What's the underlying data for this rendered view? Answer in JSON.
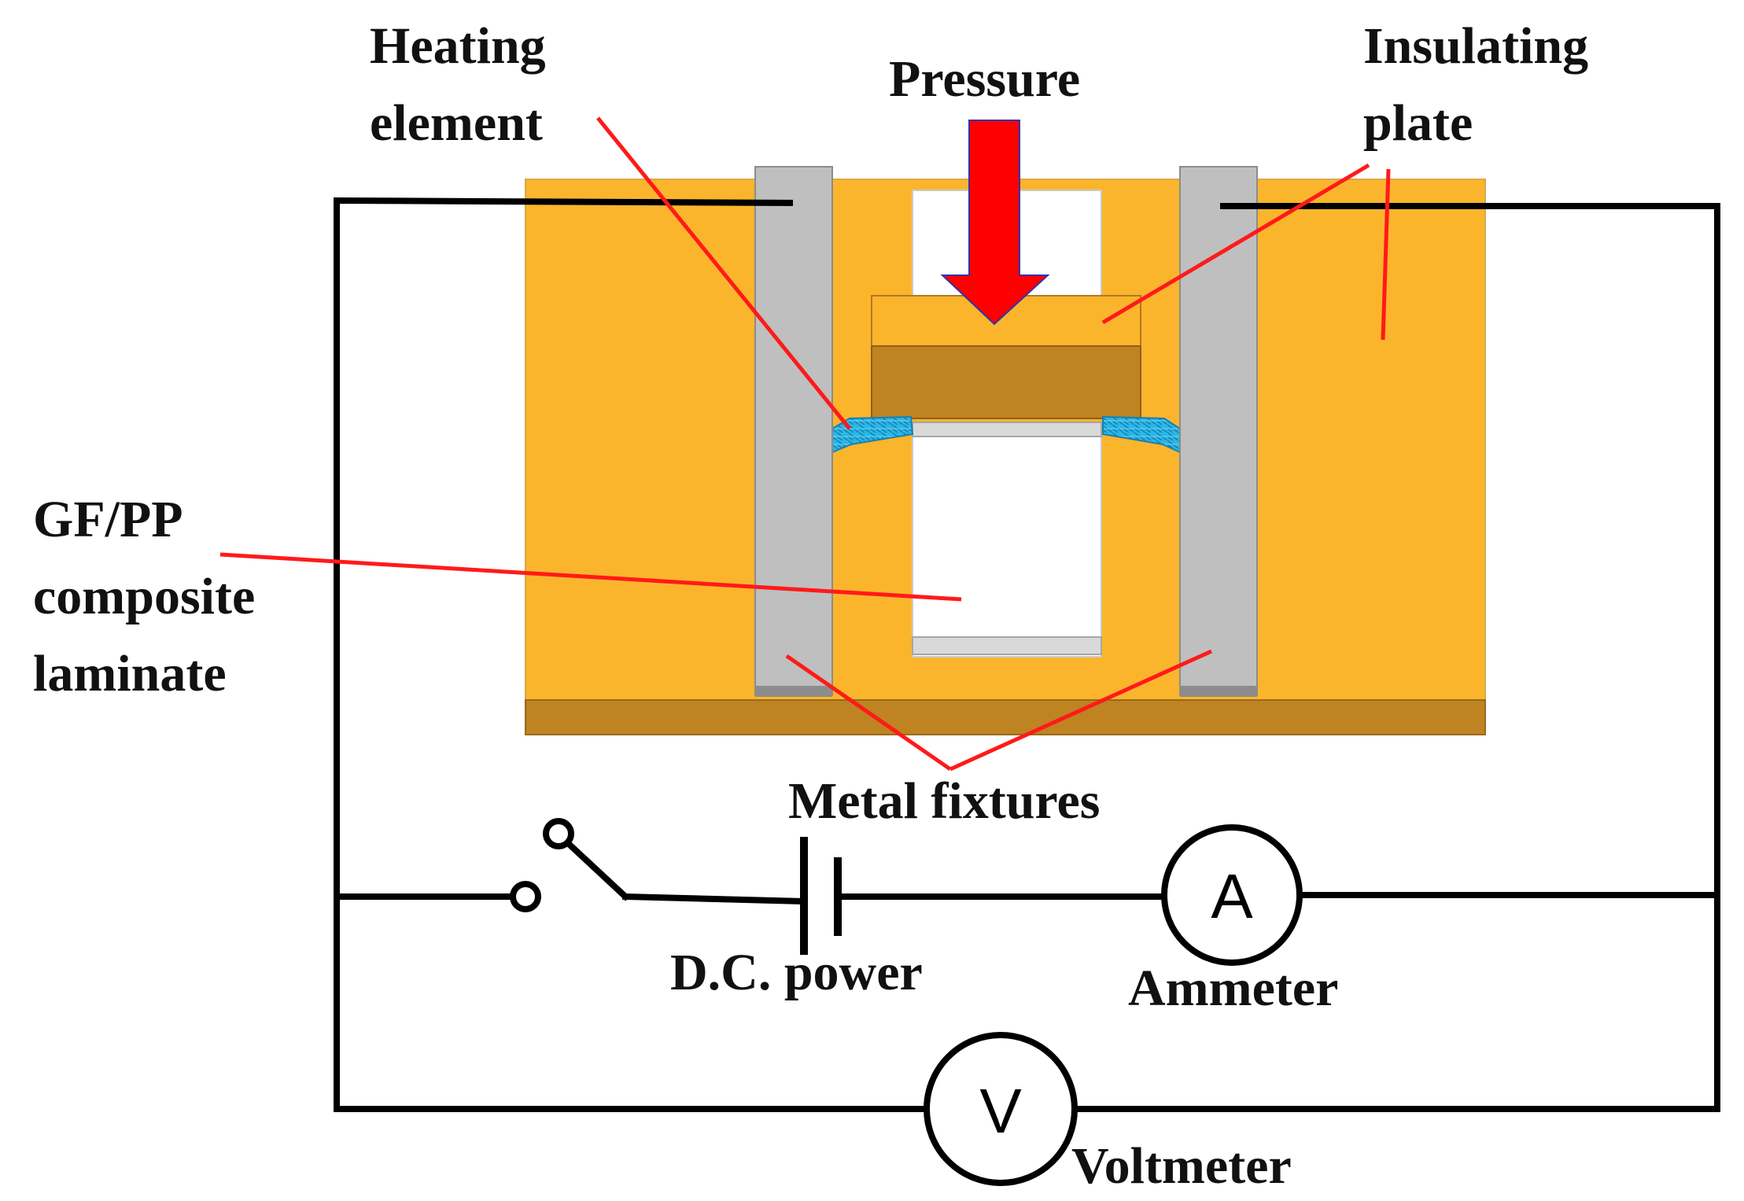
{
  "labels": {
    "heating_element_line1": "Heating",
    "heating_element_line2": "element",
    "pressure": "Pressure",
    "insulating_plate_line1": "Insulating",
    "insulating_plate_line2": "plate",
    "composite_line1": "GF/PP",
    "composite_line2": "composite",
    "composite_line3": "laminate",
    "metal_fixtures": "Metal fixtures",
    "dc_power": "D.C. power",
    "ammeter": "Ammeter",
    "voltmeter": "Voltmeter",
    "ammeter_symbol": "A",
    "voltmeter_symbol": "V"
  },
  "colors": {
    "insulating_plate": "#fbb52c",
    "insulating_plate_dark": "#bf8322",
    "metal_fixture": "#bfbfbf",
    "heating_element": "#29b8e8",
    "pressure_arrow": "#ff0000",
    "leader_lines": "#ff1a1a",
    "wire": "#000000"
  }
}
